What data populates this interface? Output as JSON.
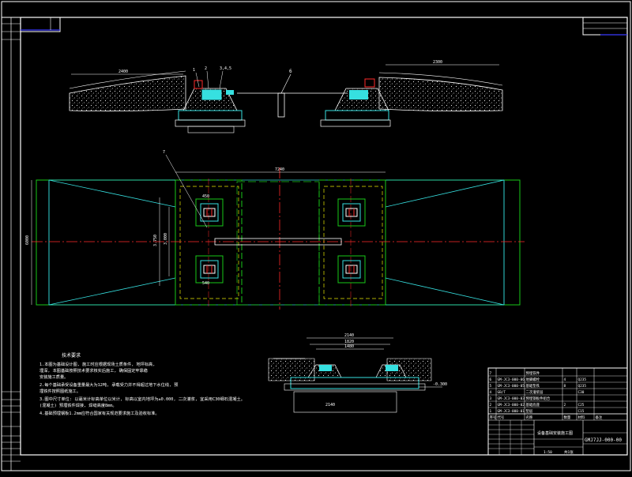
{
  "colors": {
    "background": "#000000",
    "frame": "#ffffff",
    "border_blue": "#3a3aff",
    "green": "#19c819",
    "cyan": "#36e0e0",
    "red": "#ff2a2a",
    "yellow": "#e8e800",
    "magenta": "#ff40ff"
  },
  "dimensions": {
    "top_left": "2400",
    "top_right": "2300",
    "plan_width": "7240",
    "plan_height_left": "6000",
    "plan_inner_h1": "3.750",
    "plan_inner_h2": "3.000",
    "pad_w": "450",
    "pad_w2": "540",
    "detail_total": "2140",
    "detail_mid": "1820",
    "detail_inner": "1480",
    "detail_elev": "-0.300",
    "detail_bottom": "2140"
  },
  "callouts": {
    "c1": "1",
    "c2": "2",
    "c3": "3,4,5",
    "c6": "6",
    "c7": "7"
  },
  "notes": {
    "title": "技术要求",
    "lines": [
      "1.本图为基础设计图, 施工时应根据现场土质条件, 地坪标高,",
      "  埋深, 本图基础按照技术要求核实后施工, 确保固定牢靠稳",
      "  安装施工质量。",
      "2.每个基础承受设备重量最大为12吨, 承载受力并不得超过地下水位线, 预",
      "  埋铁件按照图纸施工。",
      "3.图中尺寸单位: 以毫米计标高单位以米计, 标高以室内地坪为±0.000, 二次灌浆, 宜采用C30细石混凝土。",
      "  (混凝土) 预埋铁件焊接, 焊缝高度8mm。",
      "4.基础预埋钢板1.2mm应符合国家有关规范要求施工及验收标准。"
    ]
  },
  "revision_block": {
    "rows": [
      "",
      "",
      "",
      "",
      ""
    ]
  },
  "title_block": {
    "rows": [
      {
        "no": "7",
        "code": "",
        "name": "预埋铁件",
        "qty": "",
        "mat": "",
        "note": ""
      },
      {
        "no": "6",
        "code": "GM-JC3-000-06",
        "name": "地脚螺栓",
        "qty": "4",
        "mat": "Q235",
        "note": ""
      },
      {
        "no": "5",
        "code": "GM-JC3-000-05",
        "name": "基础垫铁",
        "qty": "8",
        "mat": "Q235",
        "note": ""
      },
      {
        "no": "4",
        "code": "GB/T",
        "name": "二次灌浆层",
        "qty": "",
        "mat": "C30",
        "note": ""
      },
      {
        "no": "3",
        "code": "GM-JC3-000-03",
        "name": "预埋钢板件组合",
        "qty": "",
        "mat": "",
        "note": ""
      },
      {
        "no": "2",
        "code": "GM-JC3-000-02",
        "name": "基础底座",
        "qty": "2",
        "mat": "C25",
        "note": ""
      },
      {
        "no": "1",
        "code": "GM-JC3-000-01",
        "name": "垫层",
        "qty": "",
        "mat": "C15",
        "note": ""
      }
    ],
    "header_labels": [
      "序号",
      "代号",
      "名称",
      "数量",
      "材料",
      "备注"
    ],
    "drawing_title": "设备基础安装施工图",
    "drawing_number": "GMJ7JJ-000-00",
    "scale": "1:50",
    "sheet": "共1张"
  }
}
